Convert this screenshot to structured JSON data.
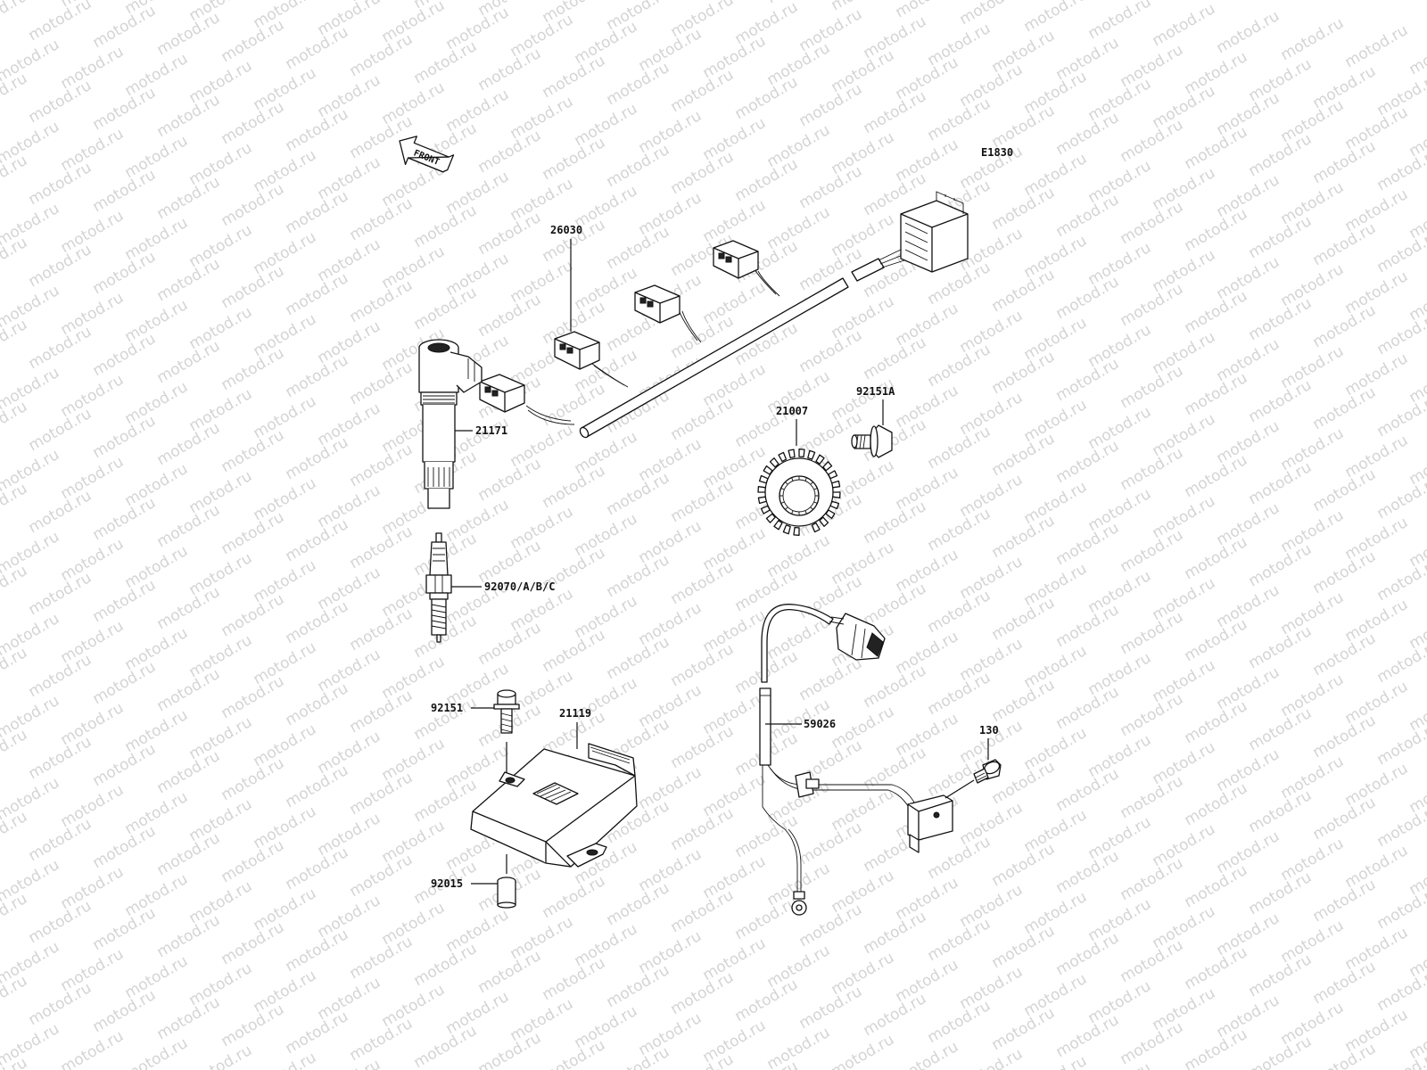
{
  "diagram": {
    "code": "E1830",
    "front_label": "FRONT",
    "watermark": "motod.ru",
    "parts": [
      {
        "id": "26030",
        "label": "26030"
      },
      {
        "id": "21171",
        "label": "21171"
      },
      {
        "id": "92070",
        "label": "92070/A/B/C"
      },
      {
        "id": "21007",
        "label": "21007"
      },
      {
        "id": "92151A",
        "label": "92151A"
      },
      {
        "id": "92151",
        "label": "92151"
      },
      {
        "id": "21119",
        "label": "21119"
      },
      {
        "id": "92015",
        "label": "92015"
      },
      {
        "id": "59026",
        "label": "59026"
      },
      {
        "id": "130",
        "label": "130"
      }
    ]
  }
}
